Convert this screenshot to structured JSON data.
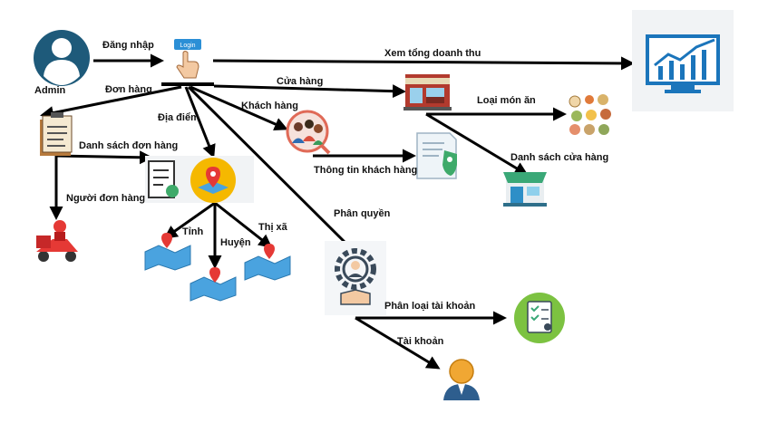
{
  "nodes": {
    "admin": "Admin",
    "login": "Login"
  },
  "edges": {
    "dang_nhap": "Đăng nhập",
    "xem_tong_doanh_thu": "Xem tổng doanh thu",
    "don_hang": "Đơn hàng",
    "cua_hang": "Cửa hàng",
    "dia_diem": "Địa điểm",
    "khach_hang": "Khách hàng",
    "loai_mon_an": "Loại món ăn",
    "danh_sach_don_hang": "Danh sách đơn hàng",
    "thong_tin_khach_hang": "Thông tin khách hàng",
    "danh_sach_cua_hang": "Danh sách cửa hàng",
    "nguoi_don_hang": "Người đơn hàng",
    "tinh": "Tỉnh",
    "huyen": "Huyện",
    "thi_xa": "Thị xã",
    "phan_quyen": "Phân quyền",
    "phan_loai_tai_khoan": "Phân loại tài khoản",
    "tai_khoan": "Tài khoản"
  },
  "icons": [
    "admin-avatar-icon",
    "login-tap-icon",
    "revenue-chart-icon",
    "store-icon",
    "food-menu-icon",
    "customers-group-icon",
    "customer-info-doc-icon",
    "storefront-icon",
    "order-list-icon",
    "location-checklist-icon",
    "delivery-scooter-icon",
    "map-pin-icon",
    "settings-user-icon",
    "account-classification-icon",
    "user-account-icon"
  ],
  "colors": {
    "arrow": "#000000",
    "admin_circle": "#1e5a7a",
    "login_button": "#2b8fd6",
    "chart_blue": "#1b75bb",
    "store_red": "#c0392b",
    "map_blue": "#4aa3df",
    "pin_red": "#e53935",
    "location_yellow": "#f5b800",
    "account_green": "#7cc241",
    "user_orange": "#f0a733"
  }
}
